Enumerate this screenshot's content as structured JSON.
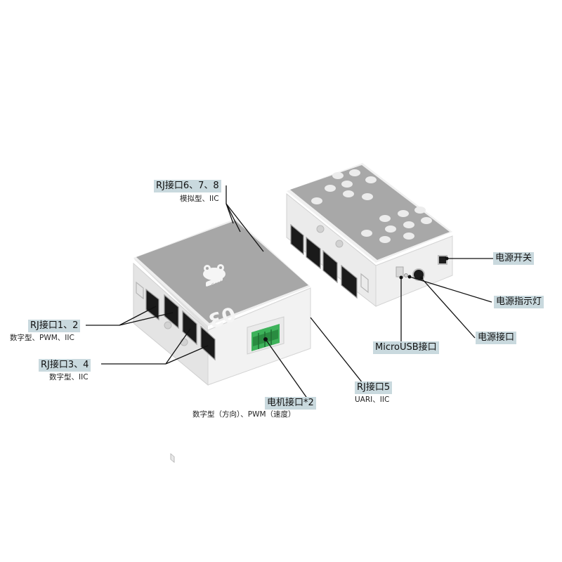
{
  "device": {
    "model_mark": "03",
    "logo_text": "Goodao"
  },
  "callouts": {
    "rj678": {
      "title": "RJ接口6、7、8",
      "sub": "模拟型、IIC"
    },
    "rj12": {
      "title": "RJ接口1、2",
      "sub": "数字型、PWM、IIC"
    },
    "rj34": {
      "title": "RJ接口3、4",
      "sub": "数字型、IIC"
    },
    "motor": {
      "title": "电机接口*2",
      "sub": "数字型（方向）、PWM（速度）"
    },
    "rj5": {
      "title": "RJ接口5",
      "sub": "UARI、IIC"
    },
    "power_switch": {
      "title": "电源开关"
    },
    "power_led": {
      "title": "电源指示灯"
    },
    "power_port": {
      "title": "电源接口"
    },
    "micro_usb": {
      "title": "MicroUSB接口"
    }
  },
  "colors": {
    "tag_bg": "#c9d9de",
    "body": "#f3f3f3",
    "top": "#a7a7a7",
    "connector": "#3db25a"
  }
}
